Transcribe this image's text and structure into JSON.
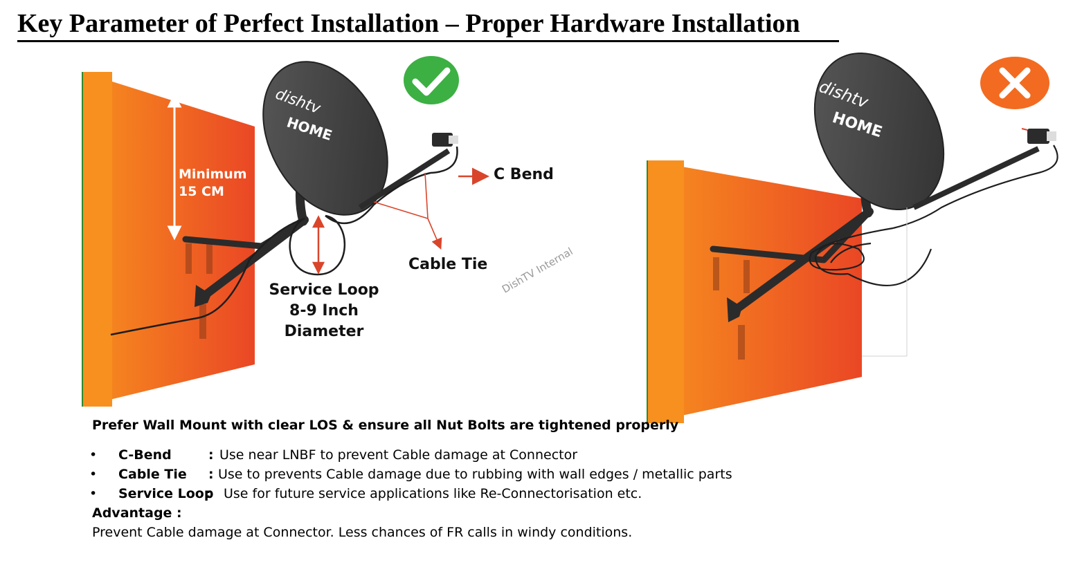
{
  "title": "Key Parameter of Perfect Installation – Proper Hardware Installation",
  "correct_diagram": {
    "status_icon": "check-icon",
    "status_color": "#3cb043",
    "dish_brand_line1": "dishtv",
    "dish_brand_line2": "HOME",
    "wall_label_line1": "Minimum",
    "wall_label_line2": "15 CM",
    "c_bend_label": "C Bend",
    "cable_tie_label": "Cable Tie",
    "service_loop_line1": "Service Loop",
    "service_loop_line2": "8-9 Inch",
    "service_loop_line3": "Diameter"
  },
  "incorrect_diagram": {
    "status_icon": "cross-icon",
    "status_color": "#f26b21",
    "dish_brand_line1": "dishtv",
    "dish_brand_line2": "HOME"
  },
  "watermark": "DishTV Internal",
  "colors": {
    "wall_orange": "#f47a20",
    "wall_red": "#ec4b26",
    "annotation_red": "#d9452b",
    "dish_grey": "#4a4a4a"
  },
  "notes": {
    "lead": "Prefer Wall Mount with clear LOS & ensure all Nut Bolts are tightened properly",
    "bullets": [
      {
        "term": "C-Bend",
        "desc": "Use near LNBF to prevent Cable damage at Connector"
      },
      {
        "term": "Cable Tie",
        "desc": "Use to prevents Cable damage due to rubbing with wall edges / metallic parts"
      },
      {
        "term": "Service Loop",
        "desc": "Use for future service applications like Re-Connectorisation etc."
      }
    ],
    "advantage_heading": "Advantage :",
    "advantage_text": "Prevent Cable damage at Connector. Less chances of FR calls in windy conditions."
  }
}
